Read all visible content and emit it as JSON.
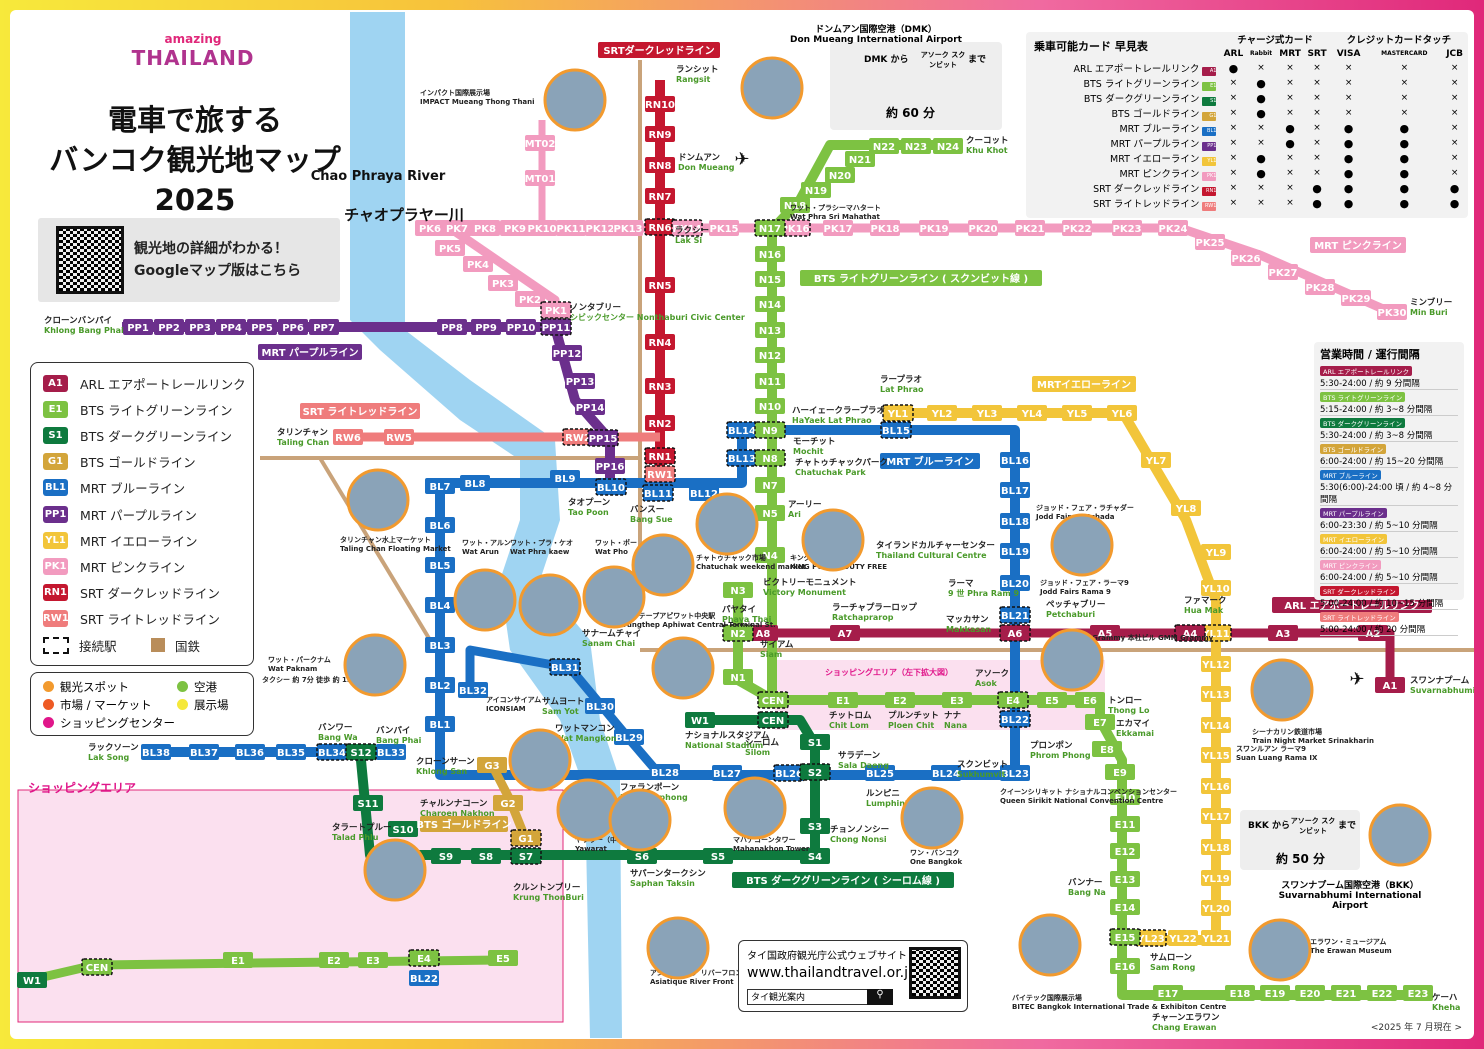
{
  "logo": {
    "amazing": "amazing",
    "thailand": "THAILAND"
  },
  "title": {
    "line1": "電車で旅する",
    "line2": "バンコク観光地マップ",
    "line3": "2025"
  },
  "google": {
    "line1": "観光地の詳細がわかる！",
    "line2": "Googleマップ版はこちら"
  },
  "legend": {
    "lines": [
      {
        "code": "A1",
        "name": "ARL エアポートレールリンク",
        "color": "#a51d4a"
      },
      {
        "code": "E1",
        "name": "BTS ライトグリーンライン",
        "color": "#7dc242"
      },
      {
        "code": "S1",
        "name": "BTS ダークグリーンライン",
        "color": "#0e7a3e"
      },
      {
        "code": "G1",
        "name": "BTS ゴールドライン",
        "color": "#d3a53a"
      },
      {
        "code": "BL1",
        "name": "MRT ブルーライン",
        "color": "#1a6fc4"
      },
      {
        "code": "PP1",
        "name": "MRT パープルライン",
        "color": "#6b2f8c"
      },
      {
        "code": "YL1",
        "name": "MRT イエローライン",
        "color": "#f2c53a"
      },
      {
        "code": "PK1",
        "name": "MRT ピンクライン",
        "color": "#f29bbf"
      },
      {
        "code": "RN1",
        "name": "SRT ダークレッドライン",
        "color": "#c4172f"
      },
      {
        "code": "RW1",
        "name": "SRT ライトレッドライン",
        "color": "#ef7c7c"
      }
    ],
    "interchange": "接続駅",
    "railway": "国鉄",
    "spots": {
      "sight": "観光スポット",
      "market": "市場 / マーケット",
      "shopping": "ショッピングセンター",
      "airport": "空港",
      "expo": "展示場"
    }
  },
  "cards": {
    "title": "乗車可能カード 早見表",
    "group1": "チャージ式カード",
    "group2": "クレジットカードタッチ",
    "cols": [
      "ARL",
      "Rabbit",
      "MRT",
      "SRT",
      "VISA",
      "MASTERCARD",
      "JCB"
    ],
    "rows": [
      {
        "name": "ARL エアポートレールリンク",
        "code": "A1",
        "color": "#a51d4a",
        "v": [
          "●",
          "×",
          "×",
          "×",
          "×",
          "×",
          "×"
        ]
      },
      {
        "name": "BTS ライトグリーンライン",
        "code": "E1",
        "color": "#7dc242",
        "v": [
          "×",
          "●",
          "×",
          "×",
          "×",
          "×",
          "×"
        ]
      },
      {
        "name": "BTS ダークグリーンライン",
        "code": "S1",
        "color": "#0e7a3e",
        "v": [
          "×",
          "●",
          "×",
          "×",
          "×",
          "×",
          "×"
        ]
      },
      {
        "name": "BTS ゴールドライン",
        "code": "G1",
        "color": "#d3a53a",
        "v": [
          "×",
          "●",
          "×",
          "×",
          "×",
          "×",
          "×"
        ]
      },
      {
        "name": "MRT ブルーライン",
        "code": "BL1",
        "color": "#1a6fc4",
        "v": [
          "×",
          "×",
          "●",
          "×",
          "●",
          "●",
          "×"
        ]
      },
      {
        "name": "MRT パープルライン",
        "code": "PP1",
        "color": "#6b2f8c",
        "v": [
          "×",
          "×",
          "●",
          "×",
          "●",
          "●",
          "×"
        ]
      },
      {
        "name": "MRT イエローライン",
        "code": "YL1",
        "color": "#f2c53a",
        "v": [
          "×",
          "●",
          "×",
          "×",
          "●",
          "●",
          "×"
        ]
      },
      {
        "name": "MRT ピンクライン",
        "code": "PK1",
        "color": "#f29bbf",
        "v": [
          "×",
          "●",
          "×",
          "×",
          "●",
          "●",
          "×"
        ]
      },
      {
        "name": "SRT ダークレッドライン",
        "code": "RN1",
        "color": "#c4172f",
        "v": [
          "×",
          "×",
          "×",
          "●",
          "●",
          "●",
          "●"
        ]
      },
      {
        "name": "SRT ライトレッドライン",
        "code": "RW1",
        "color": "#ef7c7c",
        "v": [
          "×",
          "×",
          "×",
          "●",
          "●",
          "●",
          "●"
        ]
      }
    ]
  },
  "hours": {
    "title": "営業時間 / 運行間隔",
    "rows": [
      {
        "line": "ARL エアポートレールリンク",
        "text": "5:30-24:00 / 約 9 分間隔"
      },
      {
        "line": "BTS ライトグリーンライン",
        "text": "5:15-24:00 / 約 3~8 分間隔"
      },
      {
        "line": "BTS ダークグリーンライン",
        "text": "5:30-24:00 / 約 3~8 分間隔"
      },
      {
        "line": "BTS ゴールドライン",
        "text": "6:00-24:00 / 約 15~20 分間隔"
      },
      {
        "line": "MRT ブルーライン",
        "text": "5:30(6:00)-24:00 頃 / 約 4~8 分間隔"
      },
      {
        "line": "MRT パープルライン",
        "text": "6:00-23:30 / 約 5~10 分間隔"
      },
      {
        "line": "MRT イエローライン",
        "text": "6:00-24:00 / 約 5~10 分間隔"
      },
      {
        "line": "MRT ピンクライン",
        "text": "6:00-24:00 / 約 5~10 分間隔"
      },
      {
        "line": "SRT ダークレッドライン",
        "text": "5:00-24:00 / 約 10~15 分間隔"
      },
      {
        "line": "SRT ライトレッドライン",
        "text": "5:00-24:00 / 約 20 分間隔"
      }
    ]
  },
  "dmk": {
    "title": "ドンムアン国際空港（DMK）",
    "title_en": "Don Mueang International Airport",
    "from": "DMK から",
    "via": "アソーク スクンビット",
    "to": "まで",
    "time": "約 60 分"
  },
  "bkk": {
    "title": "スワンナプーム国際空港（BKK）",
    "title_en": "Suvarnabhumi International Airport",
    "from": "BKK から",
    "via": "アソーク スクンビット",
    "to": "まで",
    "time": "約 50 分"
  },
  "line_names": {
    "srt_dark": "SRTダークレッドライン",
    "pink": "MRT ピンクライン",
    "bts_light": "BTS ライトグリーンライン ( スクンビット線 )",
    "purple": "MRT パープルライン",
    "srt_light": "SRT ライトレッドライン",
    "yellow": "MRTイエローライン",
    "blue": "MRT ブルーライン",
    "arl": "ARL エアポートレールリンク",
    "gold": "BTS ゴールドライン",
    "dark_green": "BTS ダークグリーンライン ( シーロム線 )",
    "river": "チャオプラヤー川",
    "river_en": "Chao Phraya River",
    "shopping_area": "ショッピングエリア",
    "shopping_area2": "ショッピングエリア（左下拡大図）"
  },
  "stations": {
    "rangsit": "ランシット Rangsit",
    "donmueang": "ドンムアン Don Mueang",
    "laksi": "ラクシー Lak Si",
    "kukot": "クーコット Khu Khot",
    "minburi": "ミンブリー Min Buri",
    "klongbangphai": "クローンバンパイ Khlong Bang Phai",
    "nonthaburi": "ノンタブリー シビックセンター Nonthaburi Civic Center",
    "talingchan": "タリンチャン Taling Chan",
    "taopoon": "タオプーン Tao Poon",
    "bangsue": "バンスー Bang Sue",
    "chatuchak": "チャトゥチャックパーク Chatuchak Park",
    "mochit": "モーチット Mochit",
    "ladphrao": "ラープラオ Lat Phrao",
    "haayaek": "ハーイェークラープラオ HaYaek Lat Phrao",
    "ari": "アーリー Ari",
    "victory": "ビクトリーモニュメント Victory Monument",
    "phayathai": "パヤタイ Phaya Thai",
    "ratchaprarop": "ラーチャプラーロップ Ratchaprarop",
    "makkasan": "マッカサン Makkasan",
    "petchaburi": "ペッチャブリー Petchaburi",
    "huamak": "ファマーク Hua Mak",
    "suvarnabhumi": "スワンナプーム Suvarnabhumi",
    "siam": "サイアム Siam",
    "asok": "アソーク Asok",
    "sukhumvit": "スクンビット Sukhumvit",
    "chitlom": "チットロム Chit Lom",
    "ploenchit": "プルンチット Ploen Chit",
    "nana": "ナナ Nana",
    "phromphong": "プロンポン Phrom Phong",
    "thonglo": "トンロー Thong Lo",
    "ekkamai": "エカマイ Ekkamai",
    "bangna": "バンナー Bang Na",
    "samrong": "サムローン Sam Rong",
    "changerawan": "チャーンエラワン Chang Erawan",
    "kheha": "ケーハ Kheha",
    "silom": "シーロム Silom",
    "saladaeng": "サラデーン Sala Daeng",
    "lumphini": "ルンピニ Lumphini",
    "chongnonsi": "チョンノンシー Chong Nonsi",
    "saphantaksin": "サパーンタークシン Saphan Taksin",
    "krungthonburi": "クルントンブリー Krung ThonBuri",
    "taladphlu": "タラートプルー Talad Phlu",
    "bangwa": "バンワー Bang Wa",
    "laksong": "ラックソーン Lak Song",
    "bangphai": "バンパイ Bang Phai",
    "samyot": "サムヨート Sam Yot",
    "sanamchai": "サナームチャイ Sanam Chai",
    "wangmangkon": "ワットマンコン Wat Mangkon",
    "hualamphong": "ファランポーン Hua Lamphong",
    "khlongsan": "クローンサーン Khlong San",
    "charoennakhon": "チャルンナコーン Charoen Nakhon",
    "thailandcultural": "タイランドカルチャーセンター Thailand Cultural Centre",
    "phraram9": "ラーマ 9 世 Phra Ram 9",
    "nationalstadium": "ナショナルスタジアム National Stadium"
  },
  "spots": {
    "impact": "インパクト国際展示場 IMPACT Mueang Thong Thani",
    "watphra": "ワット・プラシーマハタート Wat Phra Sri Mahathat",
    "watarun": "ワット・アルン Wat Arun",
    "watphrakaew": "ワット・プラ・ケオ Wat Phra kaew",
    "watpho": "ワット・ポー Wat Pho",
    "krungthep": "クルンテープアピワット中央駅 Krungthep Aphiwat Central Terminal St.",
    "chatuchakmarket": "チャトゥチャック市場 Chatuchak weekend market",
    "kingpower": "キングパワー免税店 KING POWER DUTY FREE",
    "joddratchada": "ジョッド・フェア・ラチャダー Jodd Fairs Ratchada",
    "joddrama9": "ジョッド・フェア・ラーマ9 Jodd Fairs Rama 9",
    "gmm": "GMM Grammy 本社ビル GMM Grammy",
    "trainnight": "シーナカリン鉄道市場 Train Night Market Srinakharin",
    "suanluang": "スワンルアン ラーマ9 Suan Luang Rama IX",
    "iconsiam": "アイコンサイアム ICONSIAM",
    "yaowarat": "ヤワラー（中華街） Yawarat",
    "mahanakhon": "マハナコーンタワー Mahanakhon Tower",
    "onebangkok": "ワン・バンコク One Bangkok",
    "qsncc": "クイーンシリキット ナショナルコンベンションセンター Queen Sirikit National Convention Centre",
    "asiatique": "アジアティーク リバーフロント Asiatique River Front",
    "bitec": "バイテック国際展示場 BITEC Bangkok International Trade & Exhibiton Centre",
    "erawan": "エラワン・ミュージアム The Erawan Museum",
    "talingchanfloating": "タリンチャン水上マーケット Taling Chan Floating Market",
    "watpaknam": "ワット・パークナム Wat Paknam",
    "paknamnote": "タクシー 約 7分 徒歩 約 15分"
  },
  "web": {
    "label": "タイ国政府観光庁公式ウェブサイト",
    "url": "www.thailandtravel.or.jp",
    "search": "タイ観光案内"
  },
  "footer": "<2025 年 7 月現在 >"
}
